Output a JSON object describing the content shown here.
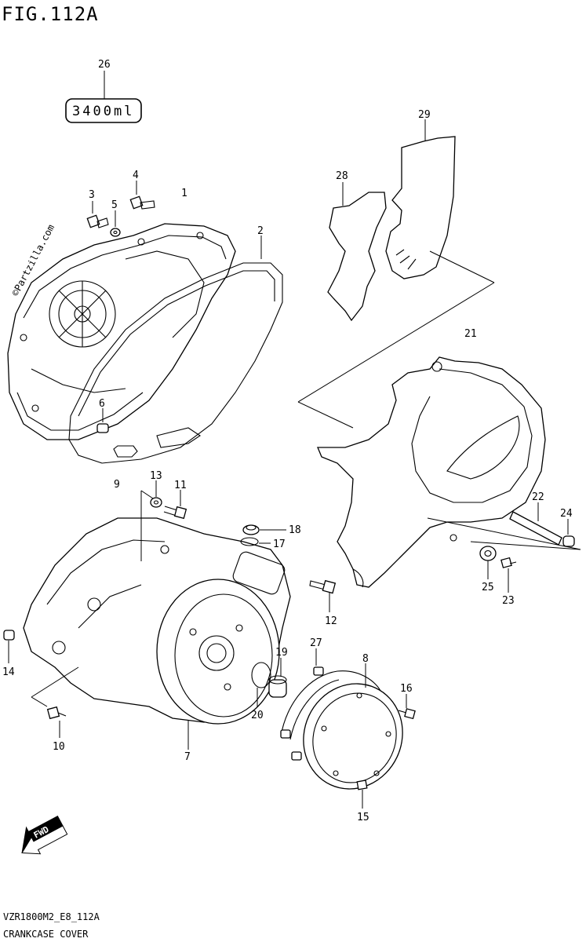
{
  "figure": {
    "title": "FIG.112A",
    "code": "VZR1800M2_E8_112A",
    "caption": "CRANKCASE COVER",
    "watermark": "©Partzilla.com",
    "sealant_label": "3400ml",
    "fwd_label": "FWD"
  },
  "callouts": {
    "c1": "1",
    "c2": "2",
    "c3": "3",
    "c4": "4",
    "c5": "5",
    "c6": "6",
    "c7": "7",
    "c8": "8",
    "c9": "9",
    "c10": "10",
    "c11": "11",
    "c12": "12",
    "c13": "13",
    "c14": "14",
    "c15": "15",
    "c16": "16",
    "c17": "17",
    "c18": "18",
    "c19": "19",
    "c20": "20",
    "c21": "21",
    "c22": "22",
    "c23": "23",
    "c24": "24",
    "c25": "25",
    "c26": "26",
    "c27": "27",
    "c28": "28",
    "c29": "29"
  }
}
